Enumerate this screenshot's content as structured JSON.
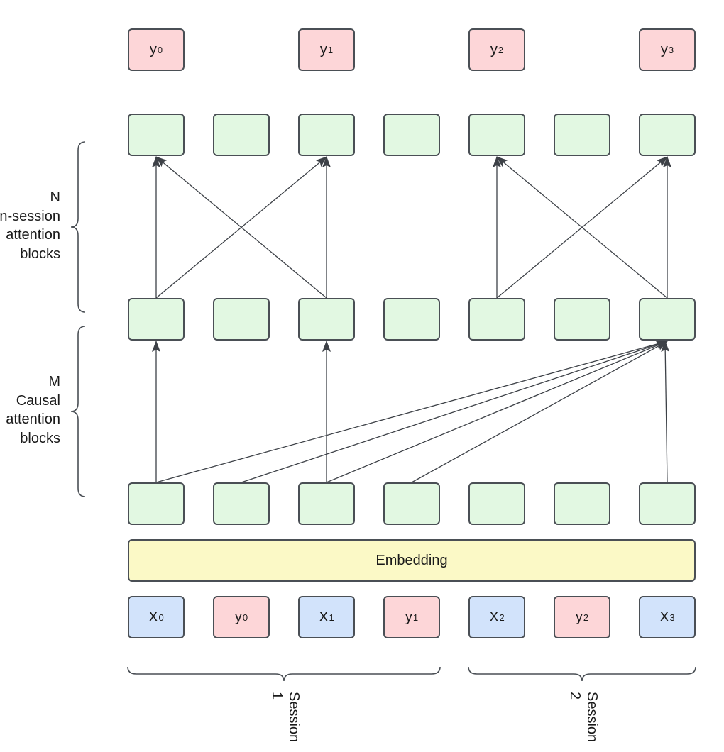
{
  "outputs": [
    {
      "base": "y",
      "sub": "0"
    },
    {
      "base": "y",
      "sub": "1"
    },
    {
      "base": "y",
      "sub": "2"
    },
    {
      "base": "y",
      "sub": "3"
    }
  ],
  "inputs": [
    {
      "base": "X",
      "sub": "0"
    },
    {
      "base": "y",
      "sub": "0"
    },
    {
      "base": "X",
      "sub": "1"
    },
    {
      "base": "y",
      "sub": "1"
    },
    {
      "base": "X",
      "sub": "2"
    },
    {
      "base": "y",
      "sub": "2"
    },
    {
      "base": "X",
      "sub": "3"
    }
  ],
  "embedding_label": "Embedding",
  "brace_labels": {
    "n_blocks": [
      "N",
      "In-session",
      "attention",
      "blocks"
    ],
    "m_blocks": [
      "M",
      "Causal",
      "attention",
      "blocks"
    ]
  },
  "sessions": [
    {
      "word": "Session",
      "number": "1"
    },
    {
      "word": "Session",
      "number": "2"
    }
  ],
  "colors": {
    "hidden": "#e2f8e2",
    "output": "#fdd6d8",
    "x_input": "#d2e3fb",
    "embedding": "#fbf9c6",
    "border": "#4a4f55",
    "arrow": "#3d4147"
  }
}
